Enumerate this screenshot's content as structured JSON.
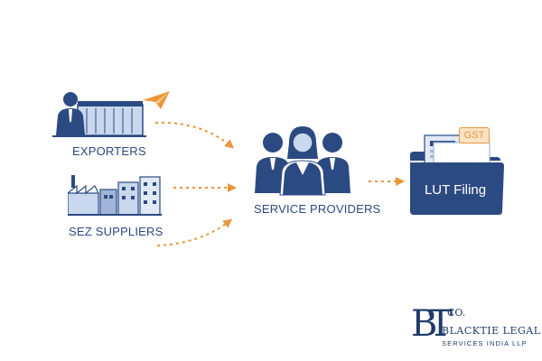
{
  "nodes": {
    "exporters": "EXPORTERS",
    "sez": "SEZ SUPPLIERS",
    "providers": "SERVICE PROVIDERS",
    "filing": "LUT Filing",
    "gst_tag": "GST"
  },
  "brand": {
    "line1": "BLACKTIE LEGAL",
    "line2": "SERVICES INDIA LLP",
    "mark": "BT",
    "mark_sup": "CO."
  },
  "colors": {
    "navy": "#2c4a82",
    "accent": "#e8963a",
    "light_blue": "#c9d8ee"
  }
}
